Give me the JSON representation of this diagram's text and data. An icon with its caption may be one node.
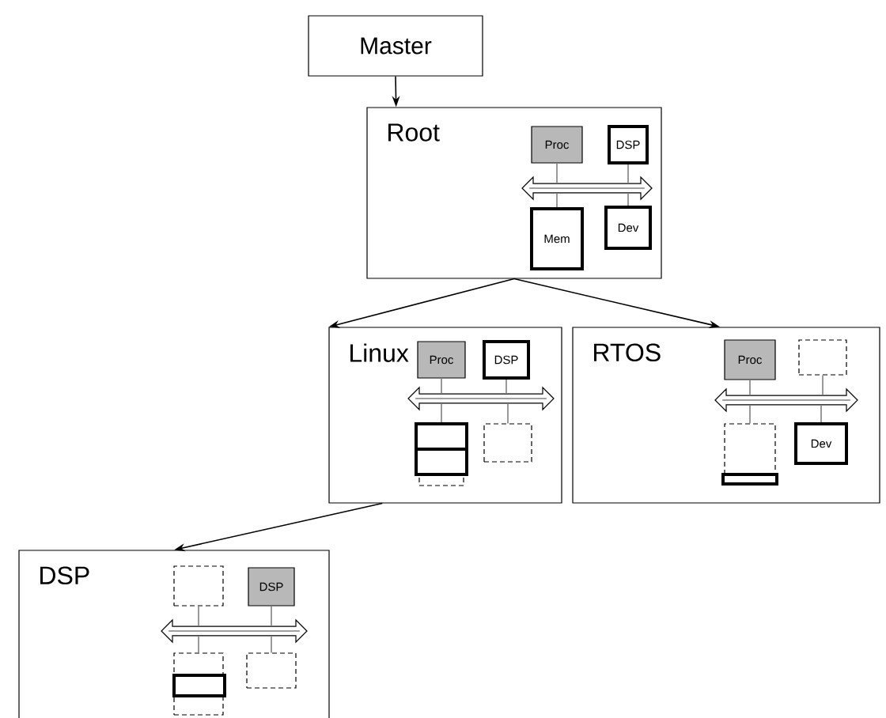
{
  "diagram": {
    "nodes": [
      {
        "text": [
          "Master"
        ]
      },
      {
        "text": [
          "Root"
        ]
      },
      {
        "text": [
          "Proc"
        ],
        "in": 1
      },
      {
        "text": [
          "DSP"
        ],
        "in": 1
      },
      {
        "text": [],
        "shape": "bar",
        "in": 1
      },
      {
        "text": [
          "Mem"
        ],
        "in": 1
      },
      {
        "text": [
          "Dev"
        ],
        "in": 1
      },
      {
        "text": [
          "Linux"
        ]
      },
      {
        "text": [
          "Proc"
        ],
        "in": 7
      },
      {
        "text": [
          "DSP"
        ],
        "in": 7
      },
      {
        "text": [],
        "shape": "bar",
        "in": 7
      },
      {
        "text": [],
        "shape": "box",
        "in": 7
      },
      {
        "text": [],
        "shape": "box",
        "in": 7
      },
      {
        "text": [],
        "shape": "box",
        "in": 7
      },
      {
        "text": [
          "RTOS"
        ]
      },
      {
        "text": [
          "Proc"
        ],
        "in": 14
      },
      {
        "text": [],
        "shape": "box",
        "in": 14
      },
      {
        "text": [],
        "shape": "bar",
        "in": 14
      },
      {
        "text": [],
        "shape": "box",
        "in": 14
      },
      {
        "text": [],
        "shape": "box",
        "in": 14
      },
      {
        "text": [
          "Dev"
        ],
        "in": 14
      },
      {
        "text": [
          "DSP"
        ]
      },
      {
        "text": [],
        "shape": "box",
        "in": 21
      },
      {
        "text": [
          "DSP"
        ],
        "in": 21
      },
      {
        "text": [],
        "shape": "bar",
        "in": 21
      },
      {
        "text": [],
        "shape": "box",
        "in": 21
      },
      {
        "text": [],
        "shape": "box",
        "in": 21
      },
      {
        "text": [],
        "shape": "box",
        "in": 21
      },
      {
        "text": [],
        "shape": "box",
        "in": 21
      }
    ],
    "edges": [
      {
        "from": 0,
        "to": 1,
        "arrow": "to",
        "color": "#000000"
      },
      {
        "from": 1,
        "to": 7,
        "arrow": "to",
        "color": "#000000"
      },
      {
        "from": 1,
        "to": 14,
        "arrow": "to",
        "color": "#000000"
      },
      {
        "from": 7,
        "to": 21,
        "arrow": "to",
        "color": "#000000"
      },
      {
        "from": 2,
        "to": 4,
        "arrow": "none",
        "color": "#808080"
      },
      {
        "from": 3,
        "to": 4,
        "arrow": "none",
        "color": "#808080"
      },
      {
        "from": 5,
        "to": 4,
        "arrow": "none",
        "color": "#808080"
      },
      {
        "from": 6,
        "to": 4,
        "arrow": "none",
        "color": "#808080"
      },
      {
        "from": 8,
        "to": 10,
        "arrow": "none",
        "color": "#808080"
      },
      {
        "from": 9,
        "to": 10,
        "arrow": "none",
        "color": "#808080"
      },
      {
        "from": 11,
        "to": 10,
        "arrow": "none",
        "color": "#808080"
      },
      {
        "from": 13,
        "to": 10,
        "arrow": "none",
        "color": "#808080"
      },
      {
        "from": 15,
        "to": 17,
        "arrow": "none",
        "color": "#808080"
      },
      {
        "from": 16,
        "to": 17,
        "arrow": "none",
        "color": "#808080"
      },
      {
        "from": 18,
        "to": 17,
        "arrow": "none",
        "color": "#808080"
      },
      {
        "from": 20,
        "to": 17,
        "arrow": "none",
        "color": "#808080"
      },
      {
        "from": 22,
        "to": 24,
        "arrow": "none",
        "color": "#808080"
      },
      {
        "from": 23,
        "to": 24,
        "arrow": "none",
        "color": "#808080"
      },
      {
        "from": 25,
        "to": 24,
        "arrow": "none",
        "color": "#808080"
      },
      {
        "from": 28,
        "to": 24,
        "arrow": "none",
        "color": "#808080"
      }
    ]
  }
}
